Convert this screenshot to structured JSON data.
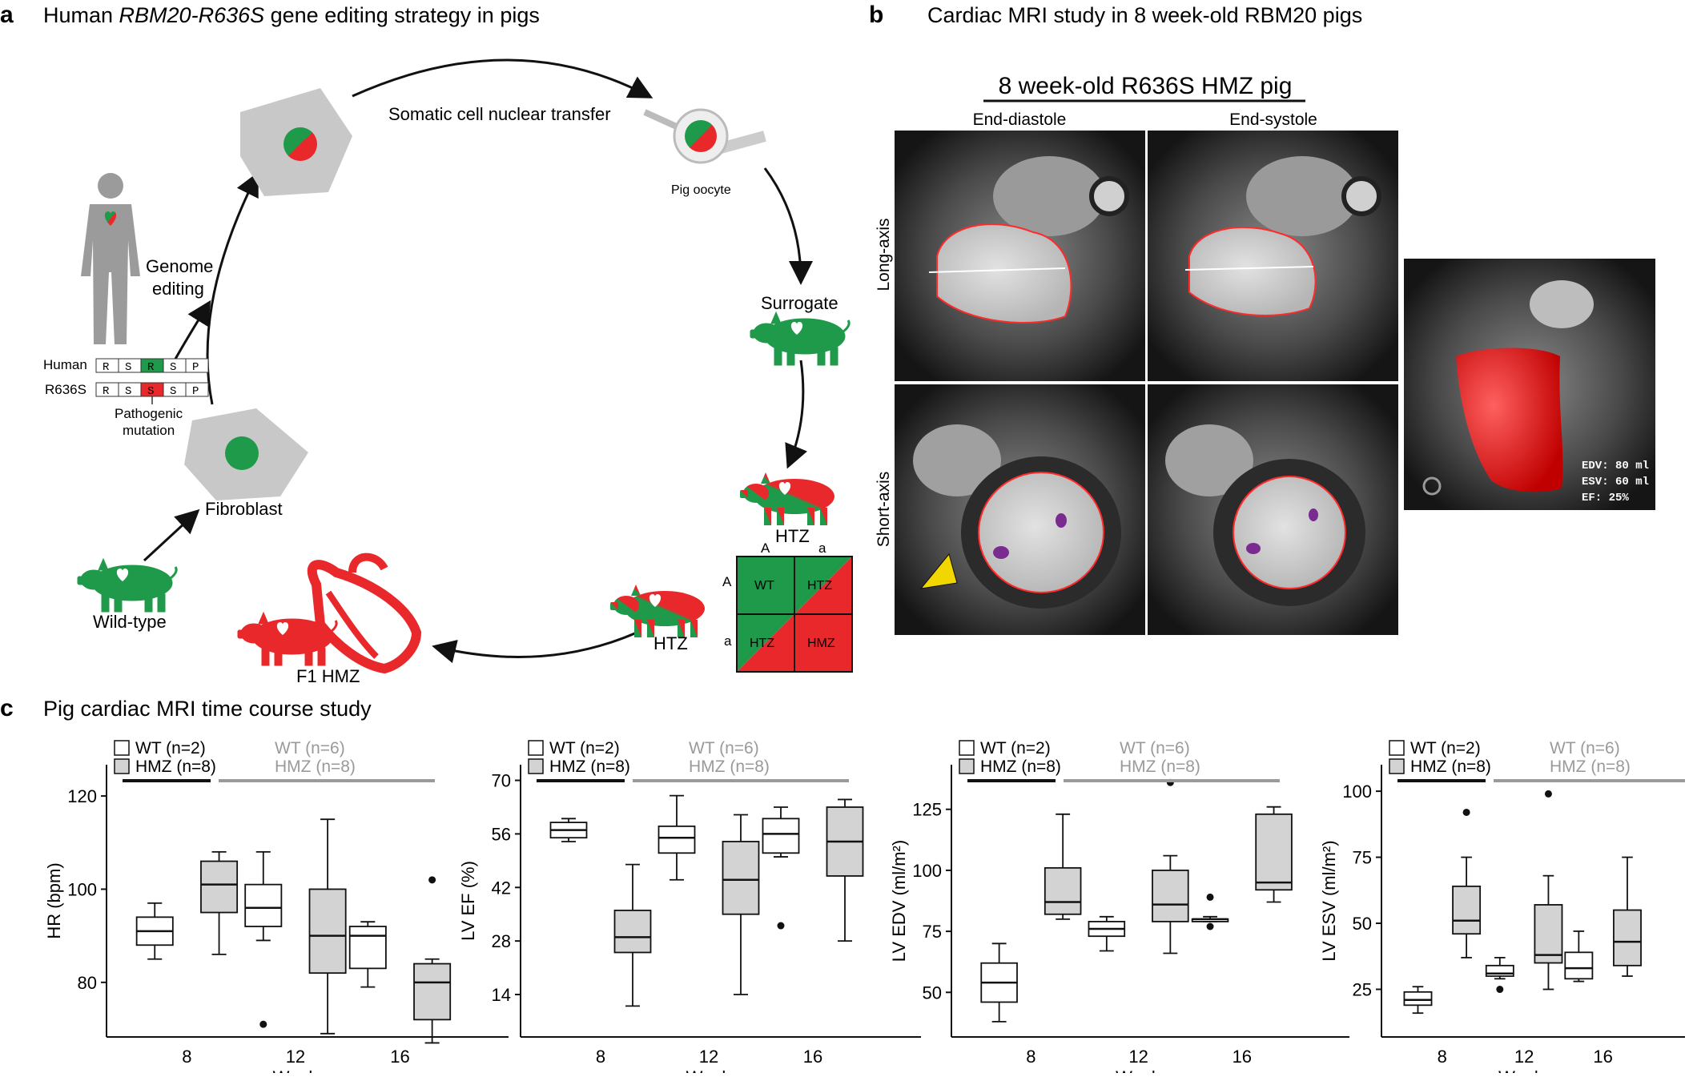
{
  "panel_a": {
    "letter": "a",
    "title_pre": "Human ",
    "title_gene": "RBM20-R636S",
    "title_post": " gene editing strategy in pigs",
    "scnt": "Somatic cell nuclear transfer",
    "oocyte": "Pig oocyte",
    "surrogate": "Surrogate",
    "genome_editing_1": "Genome",
    "genome_editing_2": "editing",
    "human": "Human",
    "r636s": "R636S",
    "human_seq": [
      "R",
      "S",
      "R",
      "S",
      "P"
    ],
    "mut_seq": [
      "R",
      "S",
      "S",
      "S",
      "P"
    ],
    "pathogenic_1": "Pathogenic",
    "pathogenic_2": "mutation",
    "fibroblast": "Fibroblast",
    "wild_type": "Wild-type",
    "f1_hmz": "F1 HMZ",
    "htz_top": "HTZ",
    "htz_left": "HTZ",
    "punnett": {
      "col_a1": "A",
      "col_a2": "a",
      "row_a1": "A",
      "row_a2": "a",
      "cells": [
        "WT",
        "HTZ",
        "HTZ",
        "HMZ"
      ]
    },
    "colors": {
      "green": "#1f9a4a",
      "red": "#e8282b",
      "gray": "#a8a8a8"
    }
  },
  "panel_b": {
    "letter": "b",
    "title": "Cardiac MRI study in 8 week-old RBM20 pigs",
    "subtitle": "8 week-old R636S HMZ pig",
    "end_diastole": "End-diastole",
    "end_systole": "End-systole",
    "long_axis": "Long-axis",
    "short_axis": "Short-axis",
    "edv": "EDV:  80 ml",
    "esv": "ESV:  60 ml",
    "ef": "EF:  25%"
  },
  "panel_c": {
    "letter": "c",
    "title": "Pig cardiac MRI time course study",
    "xlabel": "Weeks",
    "legend_wt2": "WT (n=2)",
    "legend_hmz8": "HMZ (n=8)",
    "legend_wt6": "WT (n=6)",
    "legend_hmz8b": "HMZ (n=8)"
  },
  "chart_data": [
    {
      "type": "box",
      "ylabel": "HR (bpm)",
      "categories": [
        "8",
        "12",
        "16"
      ],
      "ylim": [
        70,
        125
      ],
      "yticks": [
        80,
        100,
        120
      ],
      "series": [
        {
          "name": "WT",
          "boxes": [
            [
              85,
              88,
              91,
              94,
              97
            ],
            [
              89,
              92,
              96,
              101,
              108
            ],
            [
              79,
              83,
              90,
              92,
              93
            ]
          ],
          "outliers": [
            [],
            [
              71
            ],
            []
          ]
        },
        {
          "name": "HMZ",
          "boxes": [
            [
              86,
              95,
              101,
              106,
              108
            ],
            [
              69,
              82,
              90,
              100,
              115
            ],
            [
              67,
              72,
              80,
              84,
              85
            ]
          ],
          "outliers": [
            [],
            [],
            [
              102
            ]
          ]
        }
      ]
    },
    {
      "type": "box",
      "ylabel": "LV EF (%)",
      "categories": [
        "8",
        "12",
        "16"
      ],
      "ylim": [
        5,
        72
      ],
      "yticks": [
        14,
        28,
        42,
        56,
        70
      ],
      "series": [
        {
          "name": "WT",
          "boxes": [
            [
              54,
              55,
              57,
              59,
              60
            ],
            [
              44,
              51,
              55,
              58,
              66
            ],
            [
              50,
              51,
              56,
              60,
              63
            ]
          ],
          "outliers": [
            [],
            [],
            [
              32
            ]
          ]
        },
        {
          "name": "HMZ",
          "boxes": [
            [
              11,
              25,
              29,
              36,
              48
            ],
            [
              14,
              35,
              44,
              54,
              61
            ],
            [
              28,
              45,
              54,
              63,
              65
            ]
          ],
          "outliers": [
            [],
            [],
            []
          ]
        }
      ]
    },
    {
      "type": "box",
      "ylabel": "LV EDV (ml/m²)",
      "categories": [
        "8",
        "12",
        "16"
      ],
      "ylim": [
        35,
        140
      ],
      "yticks": [
        50,
        75,
        100,
        125
      ],
      "series": [
        {
          "name": "WT",
          "boxes": [
            [
              38,
              46,
              54,
              62,
              70
            ],
            [
              67,
              73,
              76,
              79,
              81
            ],
            [
              79,
              79,
              80,
              80,
              81
            ]
          ],
          "outliers": [
            [],
            [],
            [
              89,
              77
            ]
          ]
        },
        {
          "name": "HMZ",
          "boxes": [
            [
              80,
              82,
              87,
              101,
              123
            ],
            [
              66,
              79,
              86,
              100,
              106
            ],
            [
              87,
              92,
              95,
              123,
              126
            ]
          ],
          "outliers": [
            [],
            [
              136
            ],
            []
          ]
        }
      ]
    },
    {
      "type": "box",
      "ylabel": "LV ESV (ml/m²)",
      "categories": [
        "8",
        "12",
        "16"
      ],
      "ylim": [
        10,
        107
      ],
      "yticks": [
        25,
        50,
        75,
        100
      ],
      "series": [
        {
          "name": "WT",
          "boxes": [
            [
              16,
              19,
              21,
              24,
              26
            ],
            [
              29,
              30,
              31,
              34,
              37
            ],
            [
              28,
              29,
              33,
              39,
              47
            ]
          ],
          "outliers": [
            [],
            [
              25
            ],
            []
          ]
        },
        {
          "name": "HMZ",
          "boxes": [
            [
              37,
              46,
              51,
              64,
              75
            ],
            [
              25,
              35,
              38,
              57,
              68
            ],
            [
              30,
              34,
              43,
              55,
              75
            ]
          ],
          "outliers": [
            [
              92
            ],
            [
              99
            ],
            []
          ]
        }
      ]
    }
  ]
}
